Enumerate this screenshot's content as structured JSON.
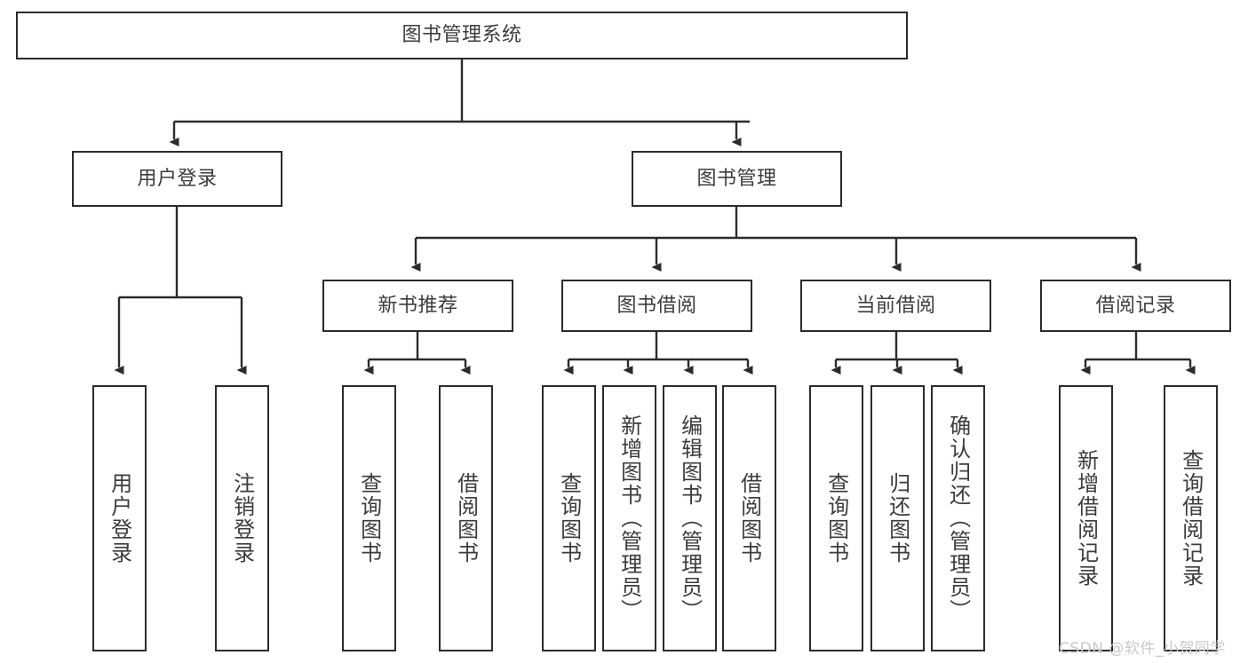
{
  "diagram": {
    "title_node": {
      "label": "图书管理系统"
    },
    "level2": [
      {
        "id": "user-login",
        "label": "用户登录"
      },
      {
        "id": "book-management",
        "label": "图书管理"
      }
    ],
    "level3": [
      {
        "id": "new-book-recommend",
        "label": "新书推荐"
      },
      {
        "id": "book-borrow",
        "label": "图书借阅"
      },
      {
        "id": "current-borrow",
        "label": "当前借阅"
      },
      {
        "id": "borrow-record",
        "label": "借阅记录"
      }
    ],
    "leaves": [
      {
        "id": "leaf-user-login",
        "label": "用户登录"
      },
      {
        "id": "leaf-logout",
        "label": "注销登录"
      },
      {
        "id": "leaf-query-book-1",
        "label": "查询图书"
      },
      {
        "id": "leaf-borrow-book-1",
        "label": "借阅图书"
      },
      {
        "id": "leaf-query-book-2",
        "label": "查询图书"
      },
      {
        "id": "leaf-add-book",
        "label": "新增图书（管理员）"
      },
      {
        "id": "leaf-edit-book",
        "label": "编辑图书（管理员）"
      },
      {
        "id": "leaf-borrow-book-2",
        "label": "借阅图书"
      },
      {
        "id": "leaf-query-book-3",
        "label": "查询图书"
      },
      {
        "id": "leaf-return-book",
        "label": "归还图书"
      },
      {
        "id": "leaf-confirm-return",
        "label": "确认归还（管理员）"
      },
      {
        "id": "leaf-add-record",
        "label": "新增借阅记录"
      },
      {
        "id": "leaf-query-record",
        "label": "查询借阅记录"
      }
    ]
  },
  "watermark": {
    "text": "CSDN @软件_小贺同学"
  },
  "colors": {
    "stroke": "#2b2b2b",
    "text": "#3c3c3c",
    "background": "#ffffff",
    "watermark": "#c9c9c9"
  }
}
